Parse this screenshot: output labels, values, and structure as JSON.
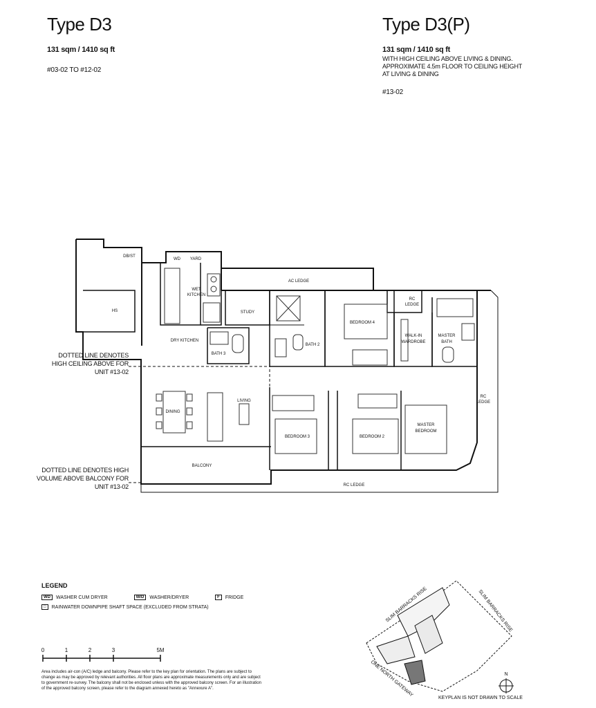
{
  "left_unit": {
    "title": "Type D3",
    "area": "131 sqm / 1410 sq ft",
    "units": "#03-02  TO  #12-02"
  },
  "right_unit": {
    "title": "Type D3(P)",
    "area": "131 sqm / 1410 sq ft",
    "desc_lines": [
      "WITH HIGH CEILING ABOVE LIVING & DINING.",
      "APPROXIMATE 4.5m FLOOR TO CEILING HEIGHT",
      "AT LIVING & DINING"
    ],
    "units": "#13-02"
  },
  "notes": {
    "high_ceiling": [
      "DOTTED LINE DENOTES",
      "HIGH CEILING ABOVE FOR",
      "UNIT #13-02"
    ],
    "high_volume": [
      "DOTTED LINE DENOTES HIGH",
      "VOLUME ABOVE BALCONY FOR",
      "UNIT #13-02"
    ]
  },
  "rooms": {
    "dbst": "DB/ST",
    "wd": "WD",
    "yard": "YARD",
    "wet_kitchen": [
      "WET",
      "KITCHEN"
    ],
    "ac_ledge": "AC LEDGE",
    "hs": "HS",
    "study": "STUDY",
    "rc_ledge_top": [
      "RC",
      "LEDGE"
    ],
    "bedroom4": "BEDROOM 4",
    "walk_in": [
      "WALK-IN",
      "WARDROBE"
    ],
    "master_bath": [
      "MASTER",
      "BATH"
    ],
    "dry_kitchen": "DRY KITCHEN",
    "bath3": "BATH 3",
    "bath2": "BATH 2",
    "rc_ledge_right": [
      "RC",
      "LEDGE"
    ],
    "dining": "DINING",
    "living": "LIVING",
    "bedroom3": "BEDROOM 3",
    "bedroom2": "BEDROOM 2",
    "master_bedroom": [
      "MASTER",
      "BEDROOM"
    ],
    "balcony": "BALCONY",
    "rc_ledge_bottom": "RC LEDGE"
  },
  "legend": {
    "title": "LEGEND",
    "items": [
      {
        "code": "WD",
        "label": "WASHER CUM DRYER"
      },
      {
        "code": "W/D",
        "label": "WASHER/DRYER"
      },
      {
        "code": "F",
        "label": "FRIDGE"
      }
    ],
    "shaft": "RAINWATER DOWNPIPE SHAFT SPACE (EXCLUDED FROM STRATA)"
  },
  "scale": {
    "ticks": [
      "0",
      "1",
      "2",
      "3",
      "5M"
    ]
  },
  "disclaimer": "Area includes air-con (A/C) ledge and balcony. Please refer to the key plan for orientation. The plans are subject to change as may be approved by relevant authorities. All floor plans are approximate measurements only and are subject to government re-survey. The balcony shall not be enclosed unless with the approved balcony screen. For an illustration of the approved balcony screen, please refer to the diagram annexed hereto as \"Annexure A\".",
  "keyplan": {
    "road1": "SLIM BARRACKS RISE",
    "road2": "SLIM BARRACKS RISE",
    "road3": "ONE NORTH GATEWAY",
    "compass": "N",
    "note": "KEYPLAN IS NOT DRAWN TO SCALE"
  }
}
